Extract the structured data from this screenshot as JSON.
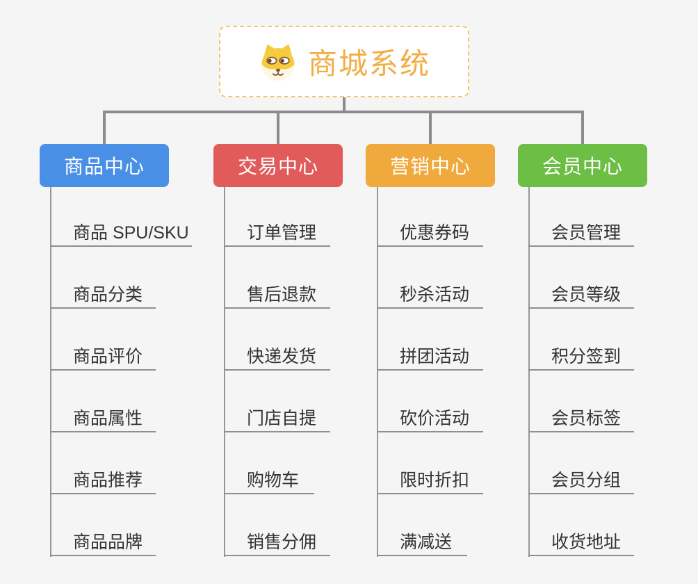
{
  "diagram": {
    "type": "mindmap-org-tree",
    "background_color": "#F5F5F5",
    "connector_color": "#8C8C8C",
    "leaf_line_color": "#8F8F8F",
    "leaf_text_color": "#333333"
  },
  "root": {
    "label": "商城系统",
    "text_color": "#F2AE44",
    "border_color": "#F7C473",
    "icon": "dog-face-icon"
  },
  "branches": [
    {
      "label": "商品中心",
      "color": "#4A8FE6",
      "children": [
        "商品 SPU/SKU",
        "商品分类",
        "商品评价",
        "商品属性",
        "商品推荐",
        "商品品牌"
      ]
    },
    {
      "label": "交易中心",
      "color": "#E25B5B",
      "children": [
        "订单管理",
        "售后退款",
        "快递发货",
        "门店自提",
        "购物车",
        "销售分佣"
      ]
    },
    {
      "label": "营销中心",
      "color": "#EFA93C",
      "children": [
        "优惠券码",
        "秒杀活动",
        "拼团活动",
        "砍价活动",
        "限时折扣",
        "满减送"
      ]
    },
    {
      "label": "会员中心",
      "color": "#6CBE44",
      "children": [
        "会员管理",
        "会员等级",
        "积分签到",
        "会员标签",
        "会员分组",
        "收货地址"
      ]
    }
  ]
}
